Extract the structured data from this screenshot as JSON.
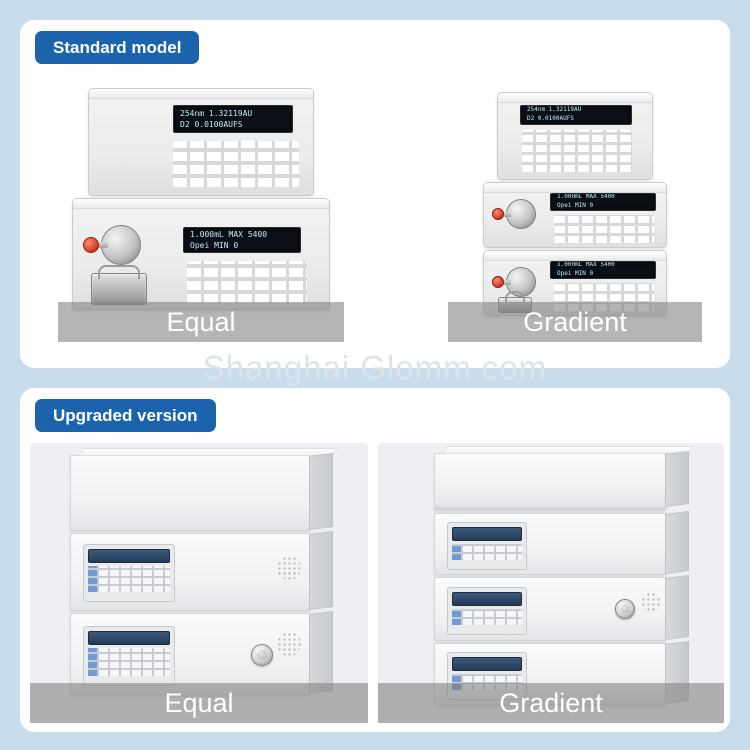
{
  "page": {
    "watermark": "Shanghai Glomm com",
    "background_color": "#c9dcec"
  },
  "colors": {
    "badge_bg": "#1b64ad",
    "badge_text": "#ffffff",
    "panel_bg": "#ffffff",
    "photo_bg_upgraded": "#edeff2",
    "caption_bg": "rgba(127,127,127,0.58)",
    "caption_text": "#ffffff",
    "lcd_bg": "#0c1016",
    "lcd_text": "#bfeaf6"
  },
  "sections": [
    {
      "id": "standard",
      "badge": "Standard model",
      "photos": [
        {
          "label": "Equal"
        },
        {
          "label": "Gradient"
        }
      ]
    },
    {
      "id": "upgraded",
      "badge": "Upgraded version",
      "photos": [
        {
          "label": "Equal"
        },
        {
          "label": "Gradient"
        }
      ]
    }
  ],
  "instrument_text": {
    "detector_line1": "254nm  1.32119AU",
    "detector_line2": "D2  0.0100AUFS",
    "pump_line1": "1.000mL  MAX  5400",
    "pump_line2": "Opei  MIN  0"
  }
}
